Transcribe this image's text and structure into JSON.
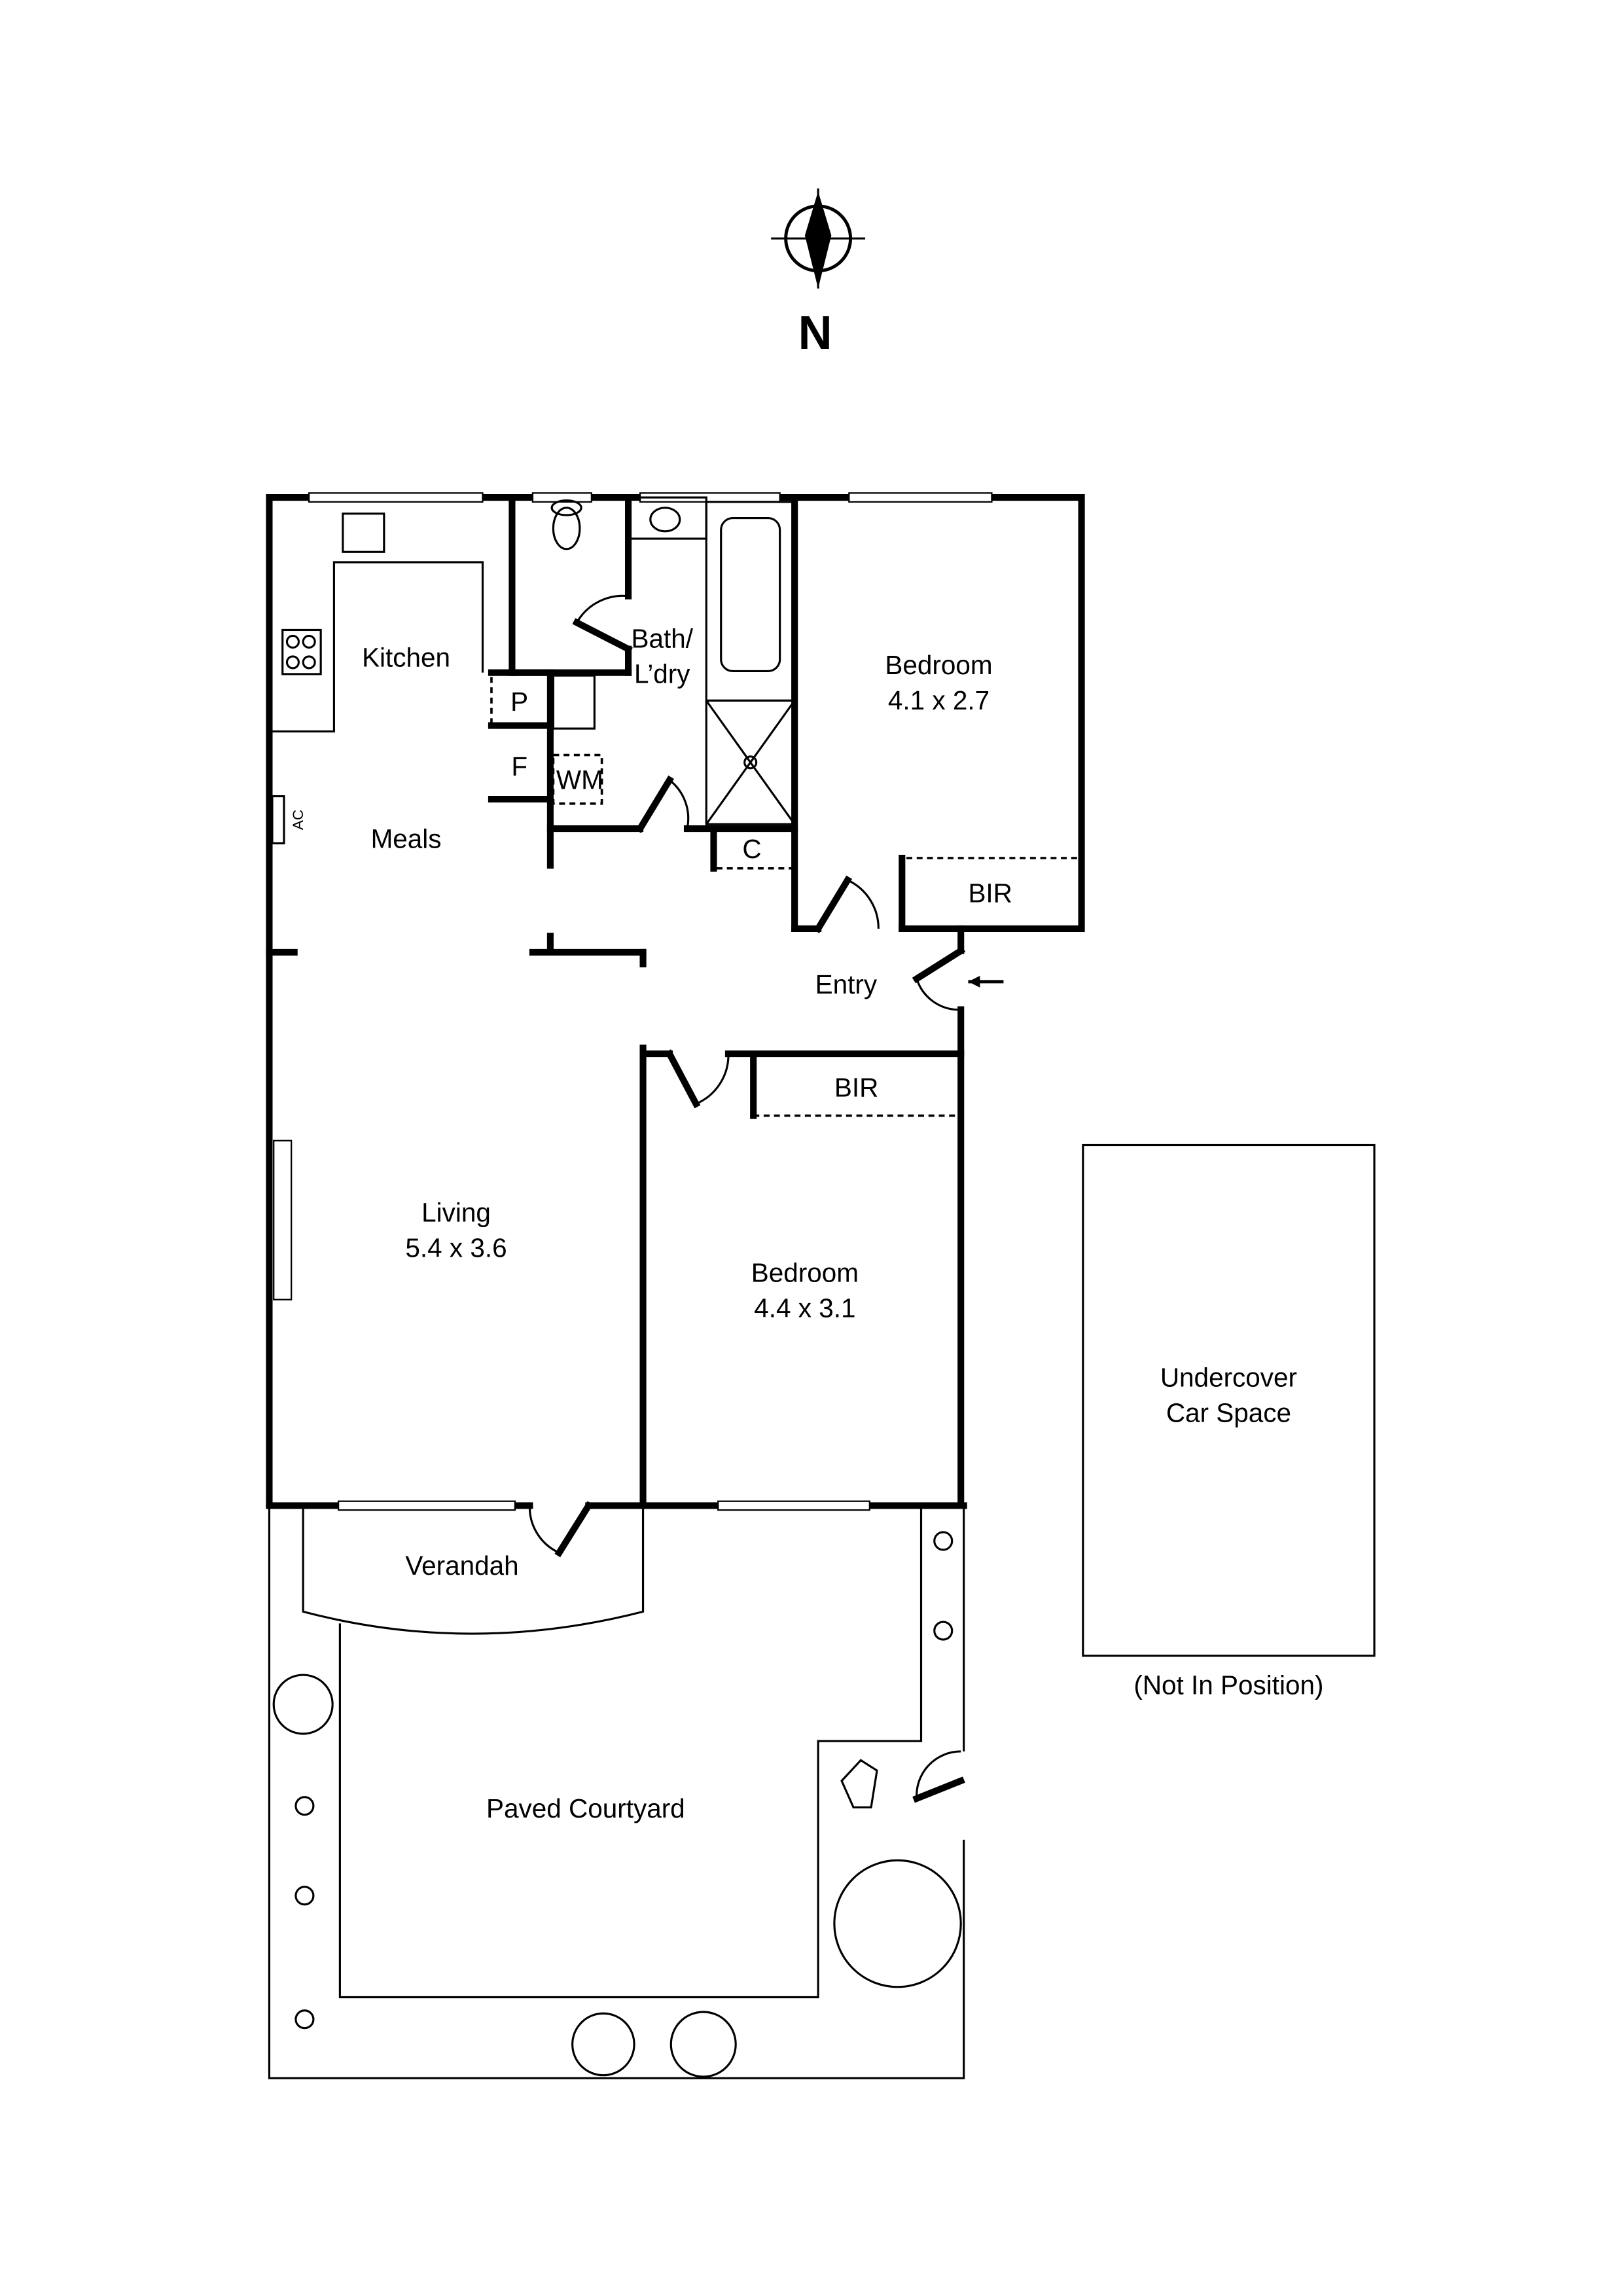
{
  "compass": {
    "label": "N",
    "icon": "north-arrow-icon"
  },
  "rooms": {
    "kitchen": {
      "name": "Kitchen"
    },
    "meals": {
      "name": "Meals"
    },
    "living": {
      "name": "Living",
      "size": "5.4 x 3.6"
    },
    "bath": {
      "name_line1": "Bath/",
      "name_line2": "L’dry"
    },
    "bedroom1": {
      "name": "Bedroom",
      "size": "4.1 x 2.7"
    },
    "bedroom2": {
      "name": "Bedroom",
      "size": "4.4 x 3.1"
    },
    "entry": {
      "name": "Entry"
    },
    "bir1": {
      "name": "BIR"
    },
    "bir2": {
      "name": "BIR"
    },
    "verandah": {
      "name": "Verandah"
    },
    "courtyard": {
      "name": "Paved Courtyard"
    },
    "carspace": {
      "name_line1": "Undercover",
      "name_line2": "Car Space",
      "note": "(Not In Position)"
    }
  },
  "fixtures": {
    "pantry": "P",
    "fridge": "F",
    "washing_machine": "WM",
    "cupboard": "C",
    "air_conditioner": "AC"
  }
}
